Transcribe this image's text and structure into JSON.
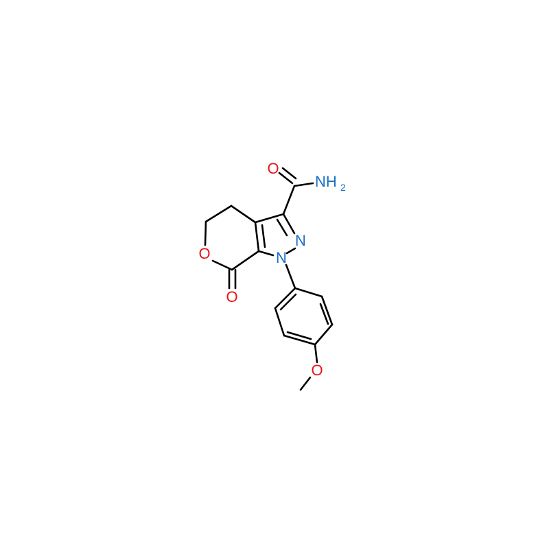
{
  "colors": {
    "background": "#ffffff",
    "bond": "#000000",
    "oxygen": "#e8141a",
    "nitrogen": "#1a6fc4"
  },
  "atoms": {
    "carbonyl_o_amide": "O",
    "amide_n": "NH",
    "amide_n_sub": "2",
    "pyrazole_n2": "N",
    "pyrazole_n1": "N",
    "ring_o": "O",
    "lactone_carbonyl_o": "O",
    "methoxy_o": "O"
  }
}
